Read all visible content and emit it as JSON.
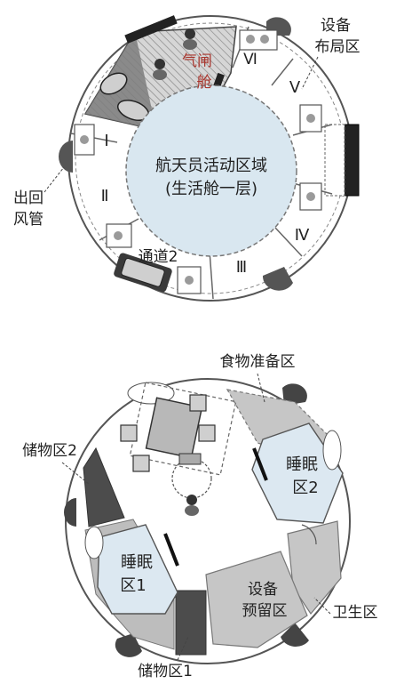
{
  "top_diagram": {
    "center_label_line1": "航天员活动区域",
    "center_label_line2": "(生活舱一层)",
    "airlock_line1": "气闸",
    "airlock_line2": "舱",
    "equipment_area_line1": "设备",
    "equipment_area_line2": "布局区",
    "exit_duct_line1": "出回",
    "exit_duct_line2": "风管",
    "passage_label": "通道2",
    "sections": [
      "Ⅰ",
      "Ⅱ",
      "Ⅲ",
      "Ⅳ",
      "Ⅴ",
      "Ⅵ"
    ]
  },
  "bottom_diagram": {
    "food_prep": "食物准备区",
    "storage2": "储物区2",
    "sleep2_line1": "睡眠",
    "sleep2_line2": "区2",
    "sleep1_line1": "睡眠",
    "sleep1_line2": "区1",
    "equip_reserve_line1": "设备",
    "equip_reserve_line2": "预留区",
    "hygiene": "卫生区",
    "storage1": "储物区1"
  }
}
